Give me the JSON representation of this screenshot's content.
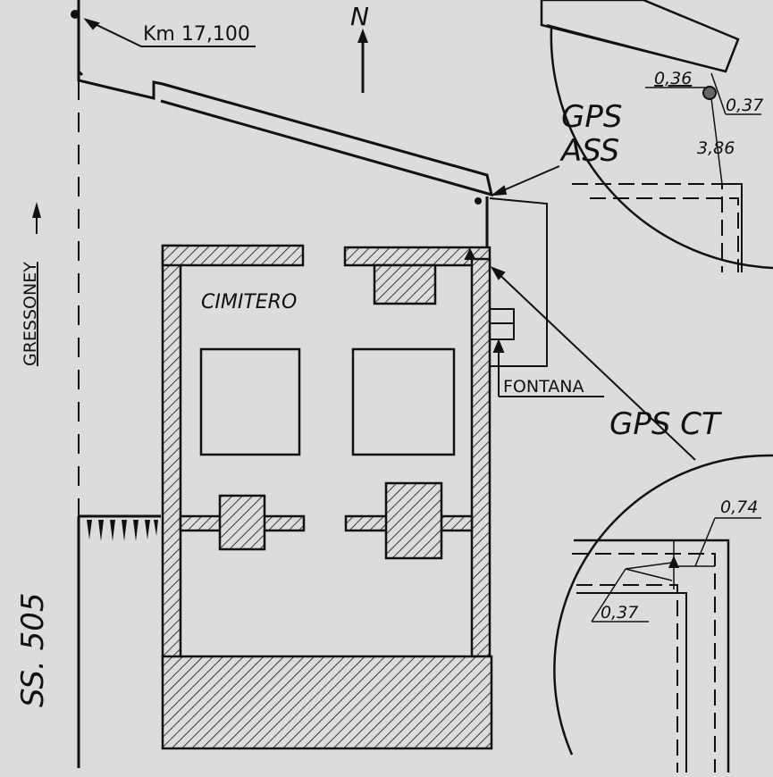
{
  "labels": {
    "km": "Km 17,100",
    "north": "N",
    "gressoney": "GRESSONEY",
    "cimitero": "CIMITERO",
    "fontana": "FONTANA",
    "gps_ass": [
      "GPS",
      "ASS"
    ],
    "gps_ct": "GPS CT",
    "road": "SS. 505"
  },
  "measurements": {
    "ass_horizontal": "0,36",
    "ass_vertical": "0,37",
    "ass_distance": "3,86",
    "ct_horizontal": "0,74",
    "ct_vertical": "0,37"
  },
  "colors": {
    "paper": "#dcdcdc",
    "ink": "#111111"
  }
}
